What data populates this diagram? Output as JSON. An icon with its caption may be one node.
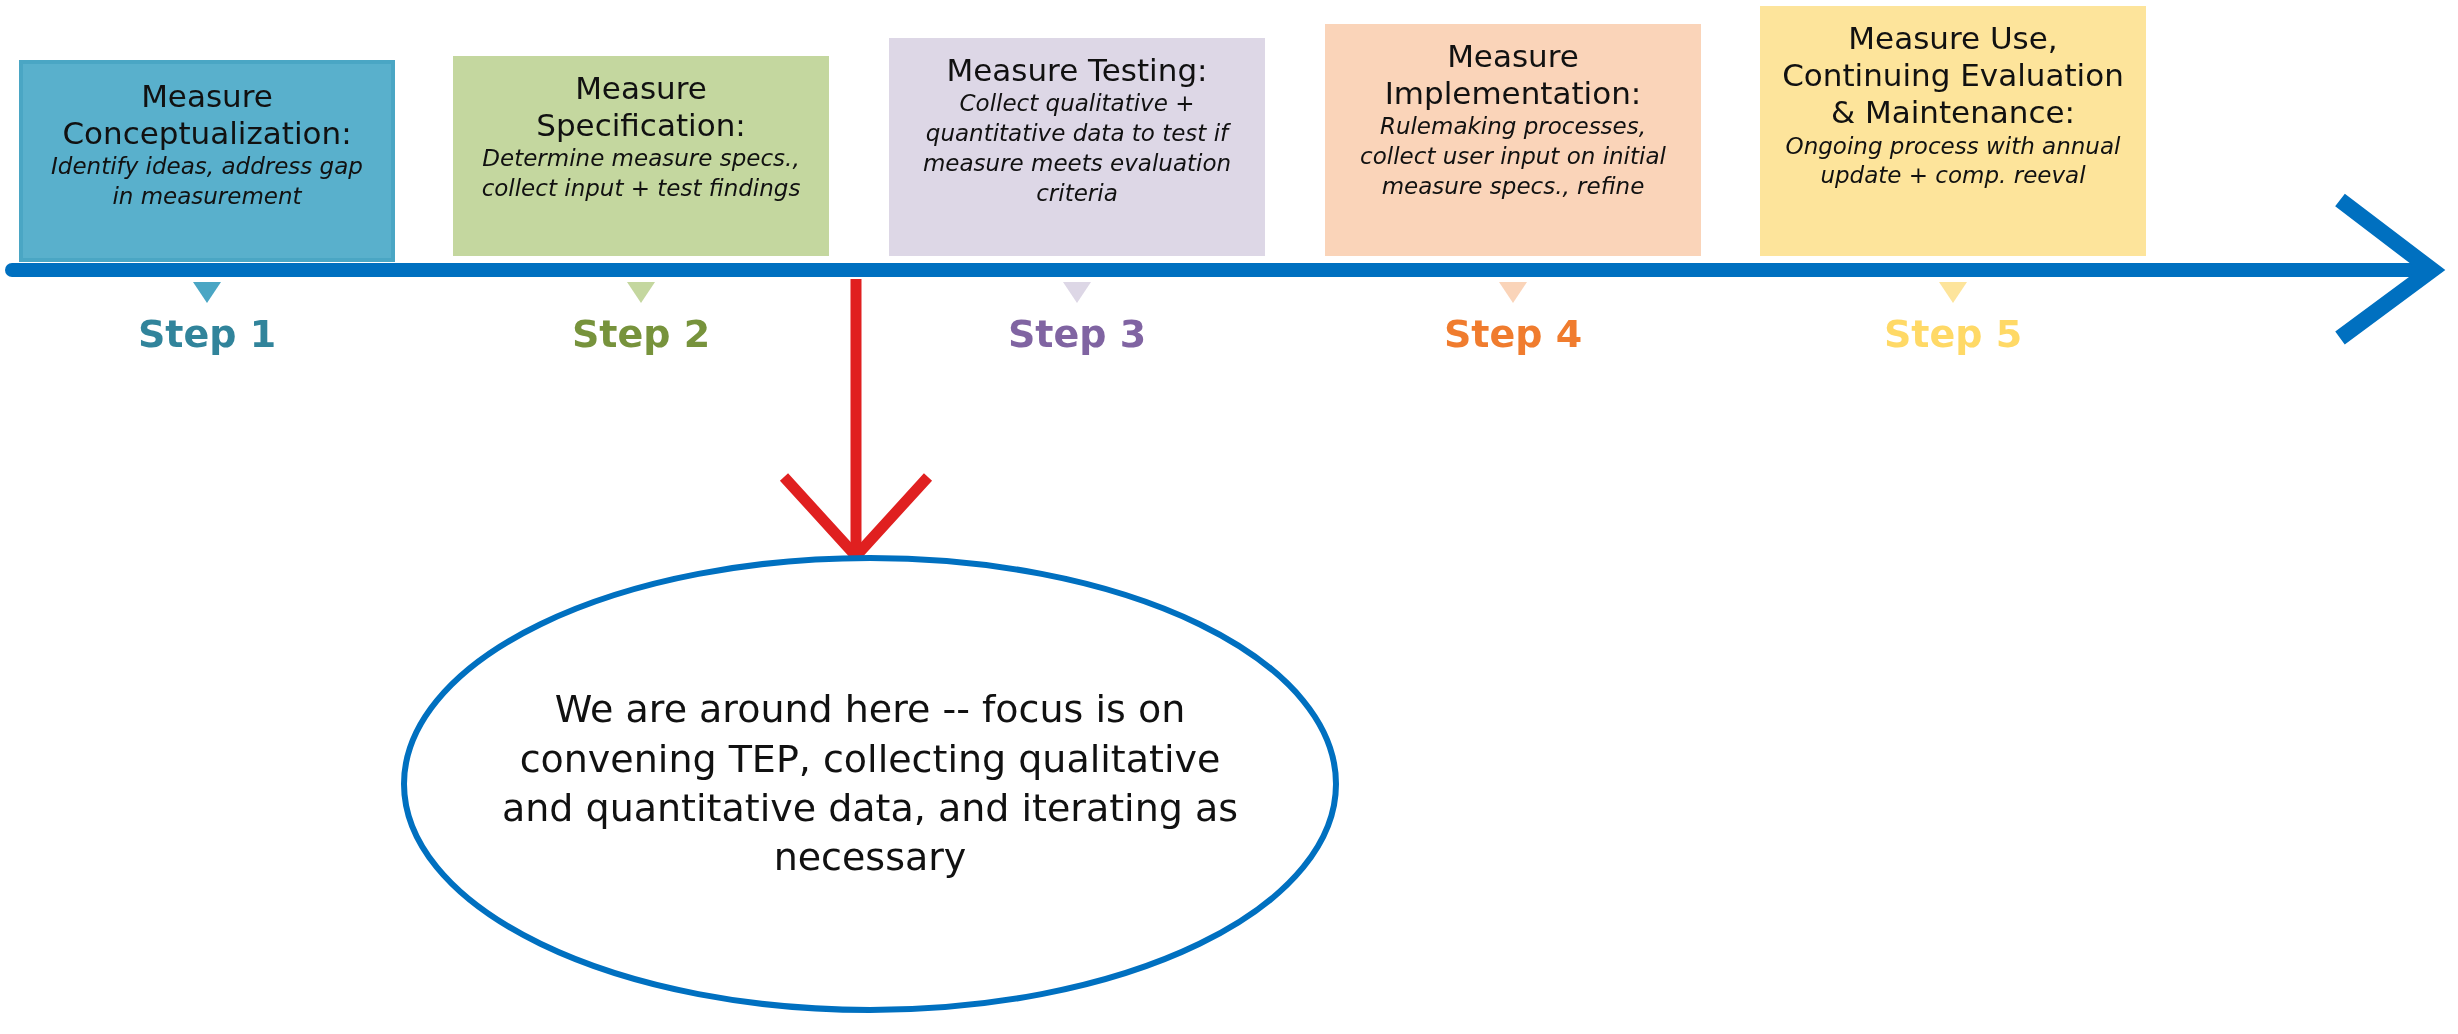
{
  "diagram": {
    "nodes": [
      {
        "text": [
          "Measure Conceptualization:",
          "Identify ideas, address gap in measurement"
        ],
        "beside": [
          "Step 1"
        ]
      },
      {
        "text": [
          "Measure Specification:",
          "Determine measure specs., collect input + test findings"
        ],
        "beside": [
          "Step 2"
        ]
      },
      {
        "text": [
          "Measure Testing:",
          "Collect qualitative + quantitative data to test if measure meets evaluation criteria"
        ],
        "beside": [
          "Step 3"
        ]
      },
      {
        "text": [
          "Measure Implementation:",
          "Rulemaking processes, collect user input on initial measure specs., refine"
        ],
        "beside": [
          "Step 4"
        ]
      },
      {
        "text": [
          "Measure Use, Continuing Evaluation & Maintenance:",
          "Ongoing process with annual update + comp. reeval"
        ],
        "beside": [
          "Step 5"
        ]
      },
      {
        "text": [
          "We are around here -- focus is on convening TEP, collecting qualitative and quantitative data, and iterating as necessary"
        ]
      }
    ],
    "edges": [
      {
        "from": null,
        "to": 5,
        "arrow": "to",
        "color": "#e02020"
      }
    ]
  }
}
